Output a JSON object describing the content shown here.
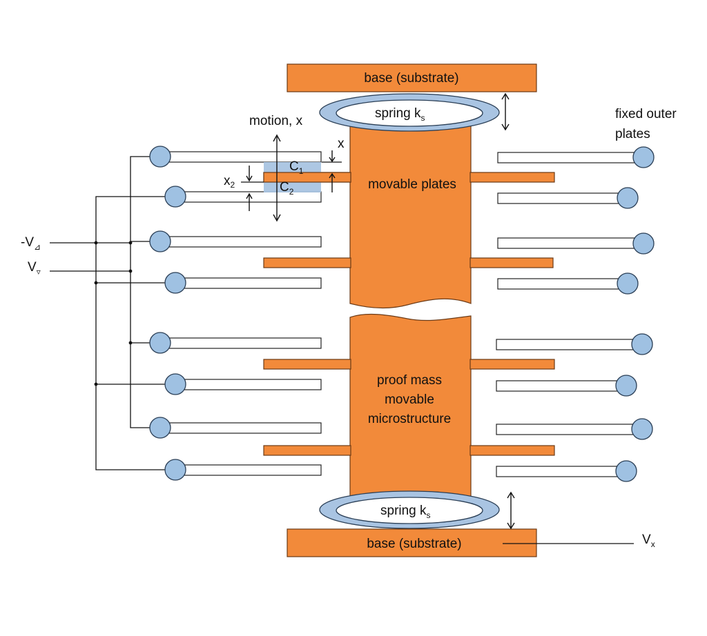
{
  "labels": {
    "base_top": "base (substrate)",
    "base_bottom": "base (substrate)",
    "spring_top": "spring k",
    "spring_top_sub": "s",
    "spring_bottom": "spring k",
    "spring_bottom_sub": "s",
    "motion": "motion, x",
    "fixed_outer_line1": "fixed outer",
    "fixed_outer_line2": "plates",
    "movable_plates": "movable plates",
    "proof_mass_line1": "proof mass",
    "proof_mass_line2": "movable",
    "proof_mass_line3": "microstructure",
    "c1": "C",
    "c1_sub": "1",
    "c2": "C",
    "c2_sub": "2",
    "x_gap": "x",
    "x2": "x",
    "x2_sub": "2",
    "v_minus": "-V",
    "v_minus_sub": "⊿",
    "v_plus": "V",
    "v_plus_sub": "▿",
    "vx": "V",
    "vx_sub": "x"
  },
  "colors": {
    "mass": "#f28a3a",
    "node": "#9fc1e2",
    "capacitor": "#a9c4e2"
  }
}
